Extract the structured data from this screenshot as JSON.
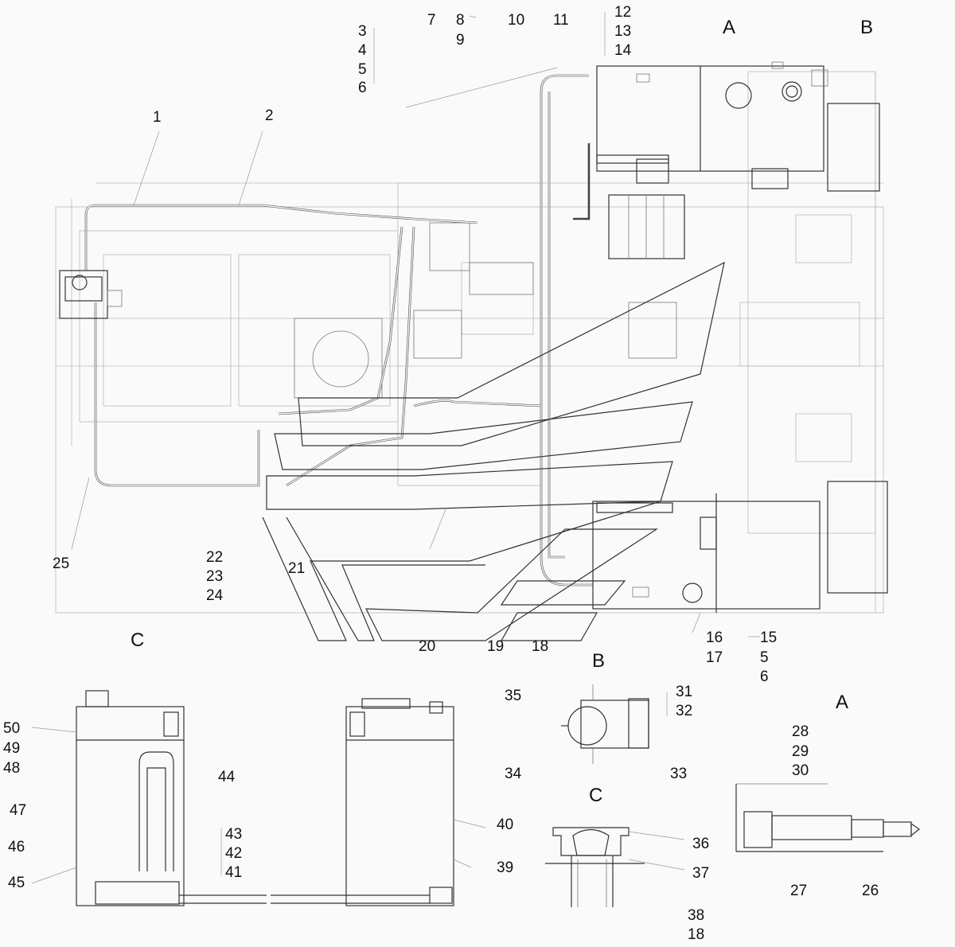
{
  "section_letters": {
    "a_top": "A",
    "b_top": "B",
    "c_top": "C",
    "b_detail": "B",
    "a_detail": "A",
    "c_detail": "C"
  },
  "callouts": {
    "n1": "1",
    "n2": "2",
    "n3": "3",
    "n4": "4",
    "n5": "5",
    "n6": "6",
    "n7": "7",
    "n8": "8",
    "n9": "9",
    "n10": "10",
    "n11": "11",
    "n12": "12",
    "n13": "13",
    "n14": "14",
    "n15": "15",
    "n5b": "5",
    "n6b": "6",
    "n16": "16",
    "n17": "17",
    "n18": "18",
    "n19": "19",
    "n20": "20",
    "n21": "21",
    "n22": "22",
    "n23": "23",
    "n24": "24",
    "n25": "25",
    "n26": "26",
    "n27": "27",
    "n28": "28",
    "n29": "29",
    "n30": "30",
    "n31": "31",
    "n32": "32",
    "n33": "33",
    "n34": "34",
    "n35": "35",
    "n36": "36",
    "n37": "37",
    "n38": "38",
    "n18b": "18",
    "n39": "39",
    "n40": "40",
    "n41": "41",
    "n42": "42",
    "n43": "43",
    "n44": "44",
    "n45": "45",
    "n46": "46",
    "n47": "47",
    "n48": "48",
    "n49": "49",
    "n50": "50"
  }
}
